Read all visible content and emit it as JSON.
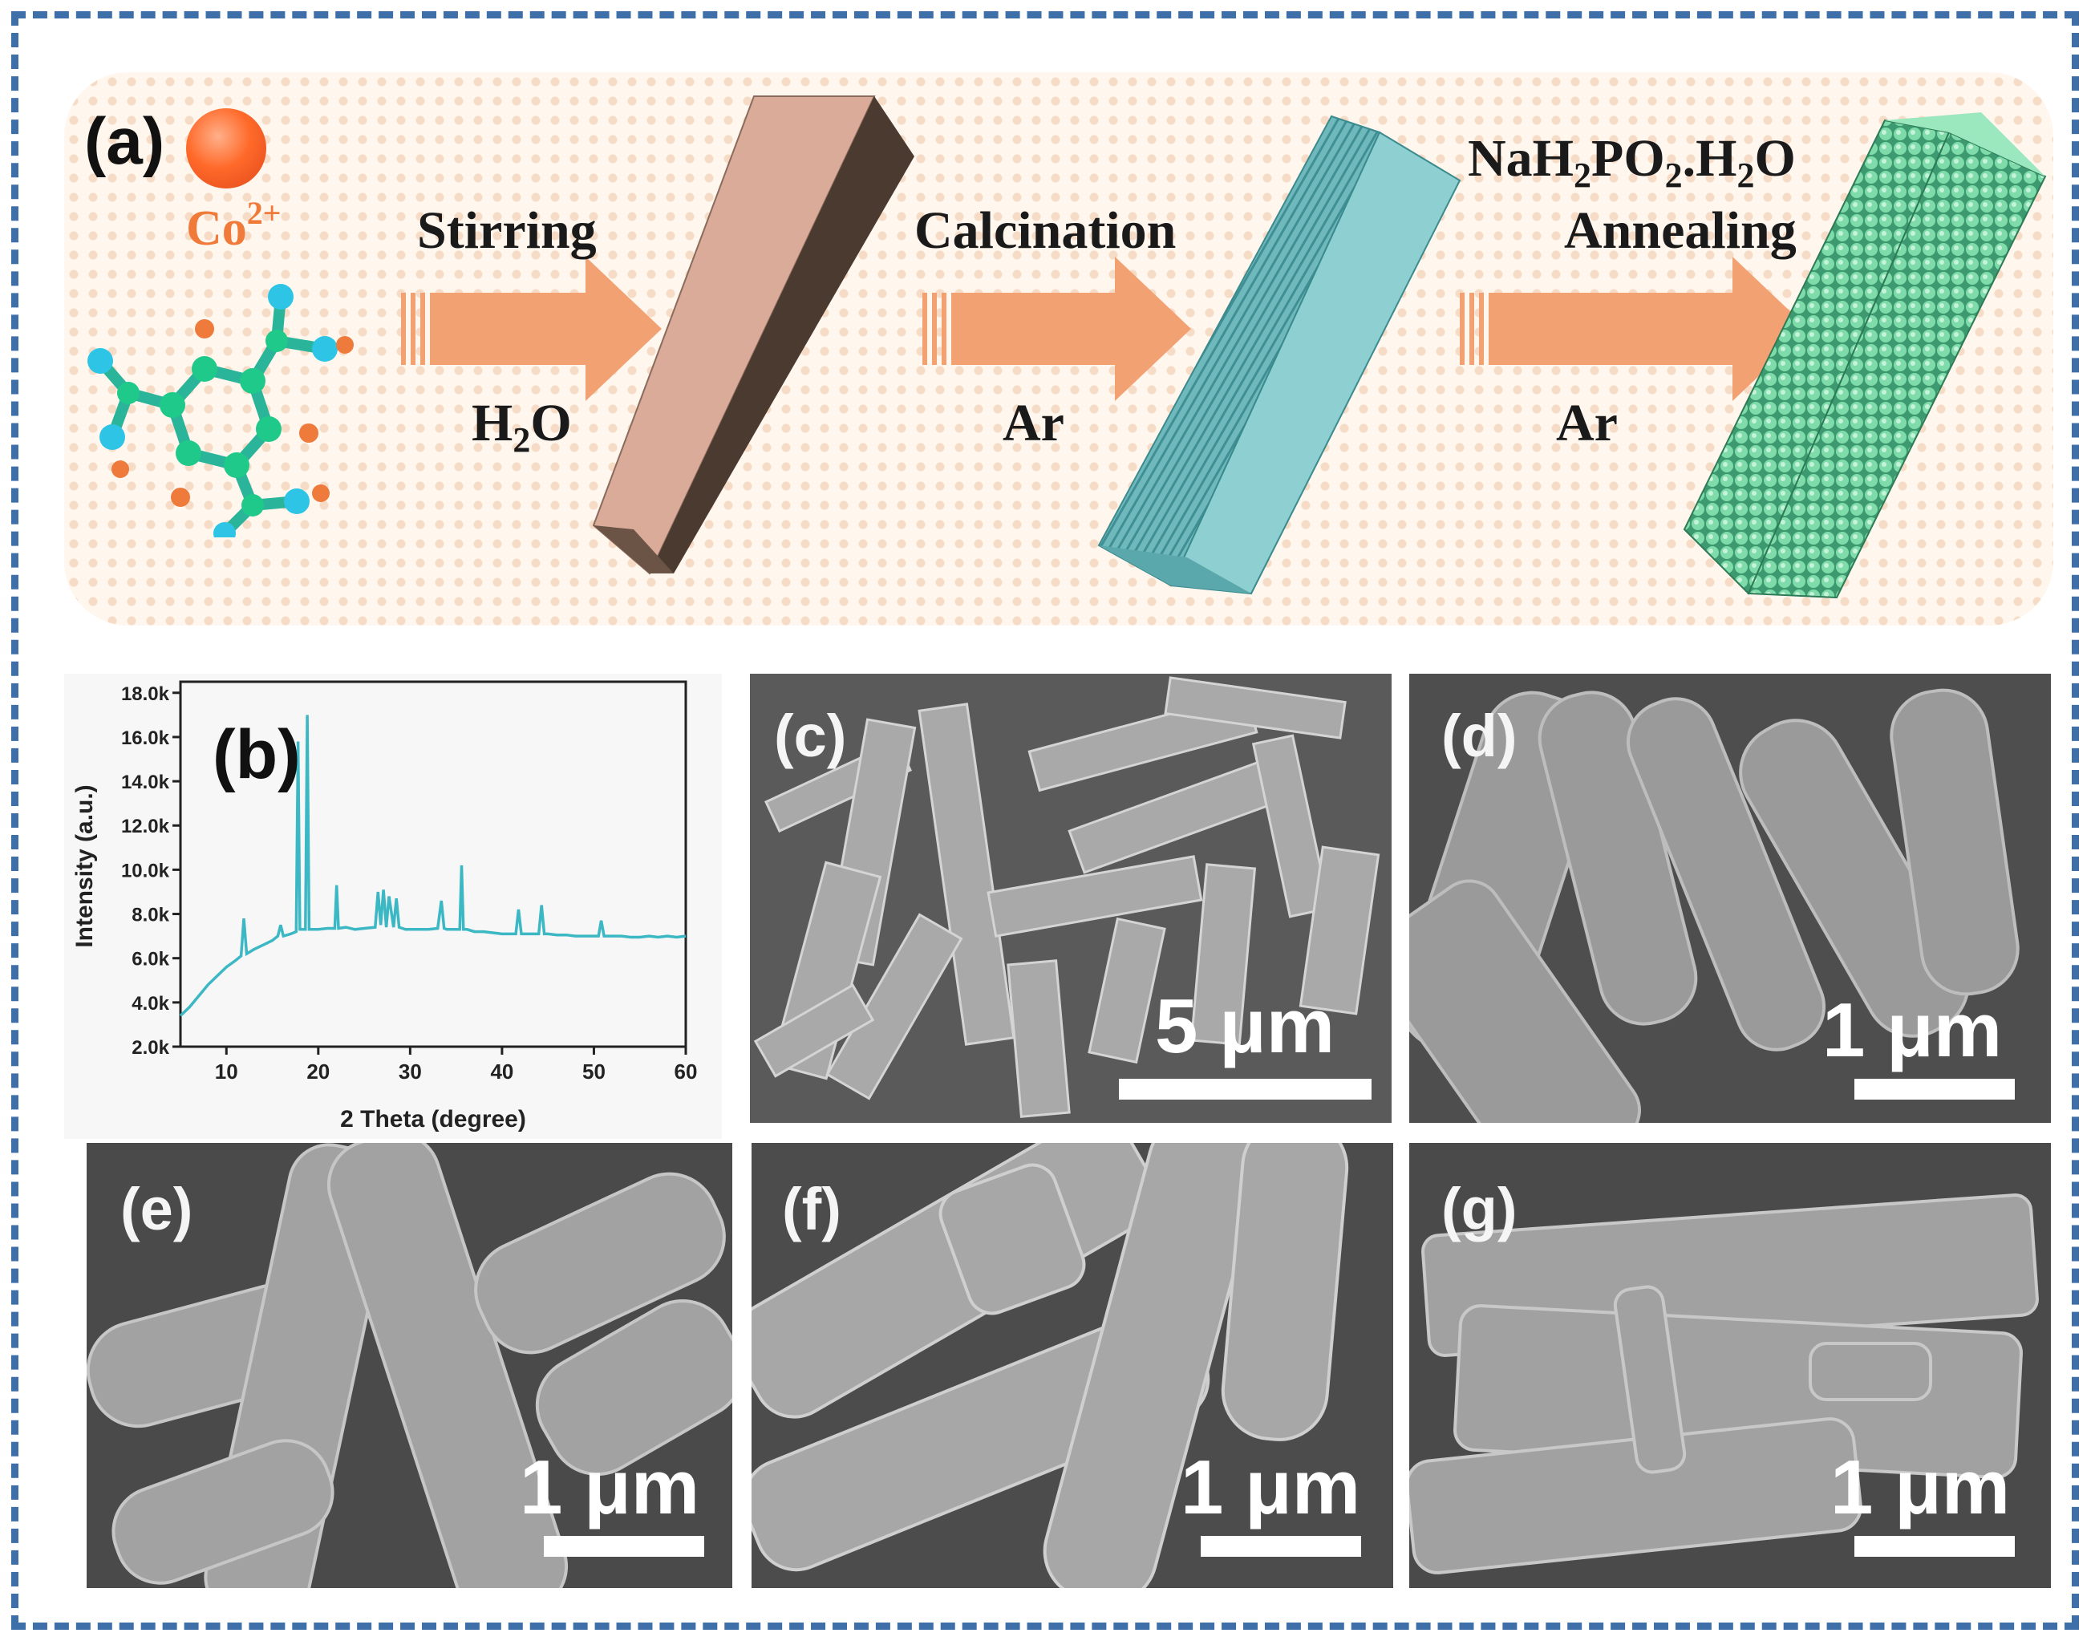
{
  "panel_a": {
    "label": "(a)",
    "ion": "Co",
    "ion_charge": "2+",
    "step1_top": "Stirring",
    "step1_bottom_main": "H",
    "step1_bottom_sub": "2",
    "step1_bottom_end": "O",
    "step2_top": "Calcination",
    "step2_bottom": "Ar",
    "step3_top_parts": [
      "NaH",
      "2",
      "PO",
      "2",
      ".H",
      "2",
      "O"
    ],
    "step3_top2": "Annealing",
    "step3_bottom": "Ar",
    "colors": {
      "arrow": "#f2a172",
      "rod1": "#d9ab98",
      "rod2": "#6fb9bc",
      "rod3": "#5fc596",
      "ion": "#ff6a2a"
    }
  },
  "panel_b": {
    "label": "(b)",
    "chart_data": {
      "type": "line",
      "xlabel": "2 Theta (degree)",
      "ylabel": "Intensity (a.u.)",
      "xlim": [
        5,
        60
      ],
      "ylim": [
        2000,
        18500
      ],
      "x_ticks": [
        10,
        20,
        30,
        40,
        50,
        60
      ],
      "y_ticks": [
        2000,
        4000,
        6000,
        8000,
        10000,
        12000,
        14000,
        16000,
        18000
      ],
      "y_tick_labels": [
        "2.0k",
        "4.0k",
        "6.0k",
        "8.0k",
        "10.0k",
        "12.0k",
        "14.0k",
        "16.0k",
        "18.0k"
      ],
      "series": [
        {
          "color": "#3bb8c4",
          "x": [
            5,
            6,
            7,
            8,
            9,
            10,
            11,
            11.6,
            11.9,
            12.2,
            13,
            14,
            15,
            15.6,
            15.9,
            16.2,
            17,
            17.6,
            17.8,
            18.0,
            18.3,
            18.6,
            18.8,
            19.0,
            19.3,
            20,
            21,
            21.8,
            22.0,
            22.2,
            23,
            24,
            25,
            26.2,
            26.5,
            26.8,
            27.1,
            27.4,
            27.7,
            28.2,
            28.5,
            28.8,
            29.5,
            30,
            31,
            32,
            33,
            33.4,
            33.7,
            34,
            35,
            35.4,
            35.6,
            35.8,
            36.2,
            37,
            38,
            39,
            40,
            41.5,
            41.8,
            42.1,
            43,
            44,
            44.3,
            44.6,
            45,
            46,
            47,
            48,
            49,
            50,
            50.5,
            50.8,
            51.1,
            52,
            53,
            54,
            55,
            56,
            57,
            58,
            59,
            60
          ],
          "y": [
            3400,
            3800,
            4300,
            4800,
            5200,
            5600,
            5900,
            6100,
            7800,
            6200,
            6400,
            6600,
            6800,
            7000,
            7500,
            7000,
            7100,
            7200,
            15800,
            7300,
            7300,
            7300,
            17000,
            7300,
            7300,
            7300,
            7350,
            7350,
            9300,
            7350,
            7400,
            7300,
            7350,
            7400,
            9000,
            7500,
            9100,
            7400,
            8800,
            7400,
            8700,
            7400,
            7300,
            7300,
            7300,
            7300,
            7350,
            8600,
            7350,
            7300,
            7300,
            7300,
            10200,
            7300,
            7300,
            7200,
            7200,
            7150,
            7100,
            7100,
            8200,
            7100,
            7100,
            7100,
            8400,
            7100,
            7100,
            7050,
            7050,
            7000,
            7000,
            7000,
            7000,
            7700,
            7000,
            7000,
            7000,
            6950,
            6950,
            7000,
            6950,
            7000,
            6950,
            7000
          ]
        }
      ]
    }
  },
  "panel_c": {
    "label": "(c)",
    "scale": "5 μm"
  },
  "panel_d": {
    "label": "(d)",
    "scale": "1 μm"
  },
  "panel_e": {
    "label": "(e)",
    "scale": "1 μm"
  },
  "panel_f": {
    "label": "(f)",
    "scale": "1 μm"
  },
  "panel_g": {
    "label": "(g)",
    "scale": "1 μm"
  }
}
